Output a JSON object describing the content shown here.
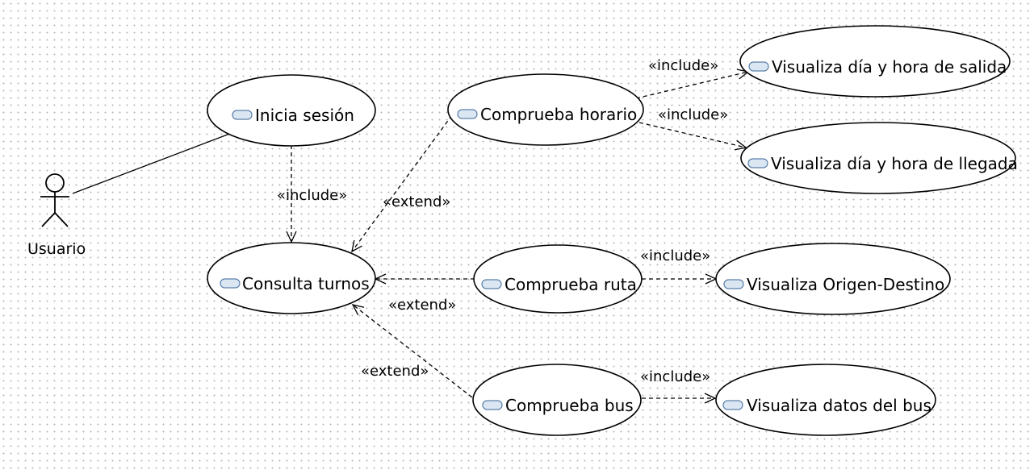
{
  "actor": {
    "name": "Usuario"
  },
  "use_cases": {
    "inicia": "Inicia sesión",
    "consulta": "Consulta turnos",
    "horario": "Comprueba horario",
    "ruta": "Comprueba ruta",
    "bus": "Comprueba bus",
    "salida": "Visualiza día y hora de salida",
    "llegada": "Visualiza día y hora de llegada",
    "origen": "Visualiza Origen-Destino",
    "datos": "Visualiza datos del bus"
  },
  "relations": {
    "inicia_consulta": "«include»",
    "horario_consulta": "«extend»",
    "ruta_consulta": "«extend»",
    "bus_consulta": "«extend»",
    "horario_salida": "«include»",
    "horario_llegada": "«include»",
    "ruta_origen": "«include»",
    "bus_datos": "«include»"
  }
}
